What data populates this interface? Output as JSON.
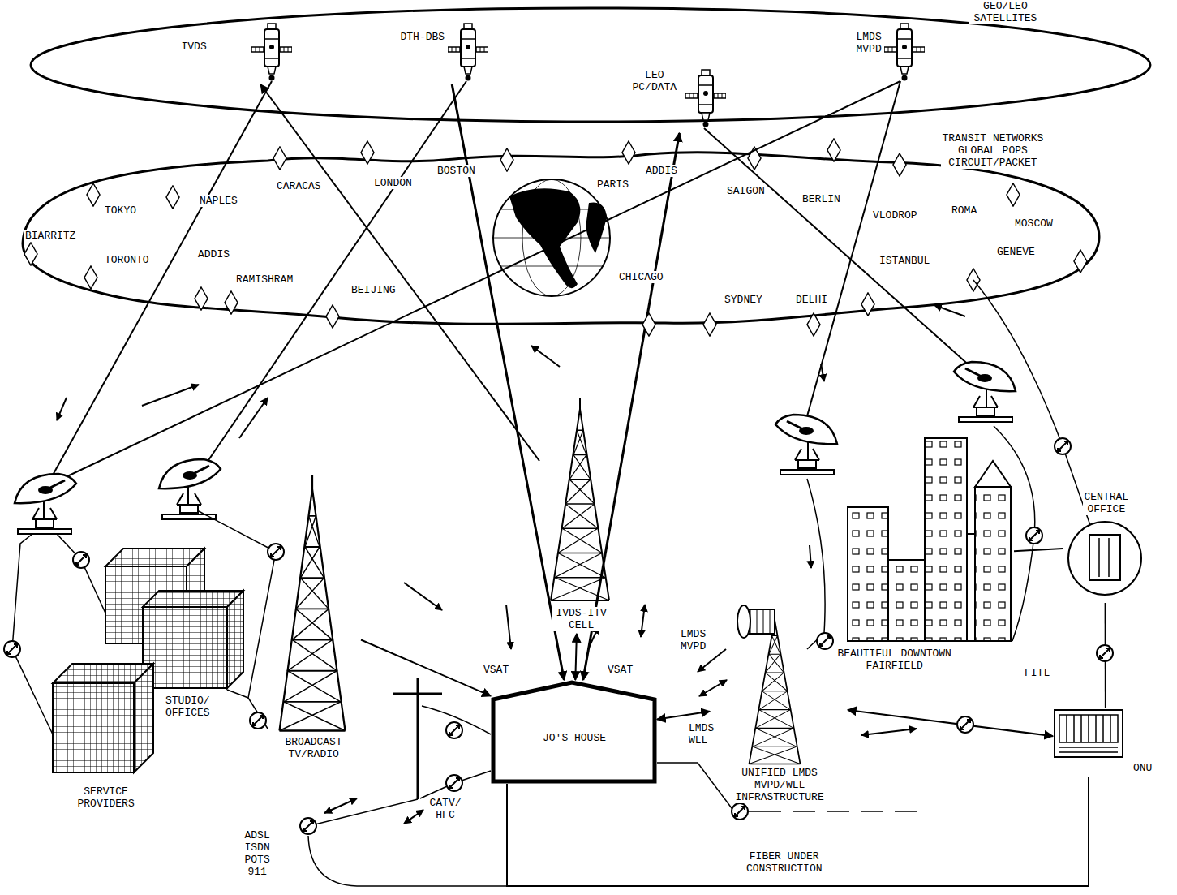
{
  "diagram": {
    "nodes": [
      {
        "text": [
          "IVDS"
        ]
      },
      {
        "text": [
          "DTH-DBS"
        ]
      },
      {
        "text": [
          "LEO PC/DATA"
        ]
      },
      {
        "text": [
          "LMDS MVPD"
        ]
      },
      {
        "text": [
          "JO'S HOUSE"
        ]
      },
      {
        "text": [
          "IVDS-ITV CELL"
        ]
      },
      {
        "text": [
          "BROADCAST TV/RADIO"
        ]
      },
      {
        "text": [
          "STUDIO/ OFFICES"
        ]
      },
      {
        "text": [
          "SERVICE PROVIDERS"
        ]
      },
      {
        "text": [
          "UNIFIED LMDS MVPD/WLL INFRASTRUCTURE"
        ]
      },
      {
        "text": [
          "BEAUTIFUL DOWNTOWN FAIRFIELD"
        ]
      },
      {
        "text": [
          "CENTRAL OFFICE"
        ]
      },
      {
        "text": [
          "ONU"
        ]
      }
    ],
    "edges": [
      {
        "from": 5,
        "to": 0,
        "arrow": "to"
      },
      {
        "from": 1,
        "to": 4,
        "arrow": "to"
      },
      {
        "from": 2,
        "to": 4,
        "arrow": "both"
      },
      {
        "from": 6,
        "to": 4,
        "arrow": "to"
      },
      {
        "from": 5,
        "to": 4,
        "arrow": "both"
      },
      {
        "from": 9,
        "to": 4,
        "arrow": "both"
      },
      {
        "from": 12,
        "to": 9,
        "arrow": "both"
      },
      {
        "from": 11,
        "to": 12,
        "arrow": "none"
      },
      {
        "from": 11,
        "to": 10,
        "arrow": "none"
      },
      {
        "from": 4,
        "to": 12,
        "arrow": "none"
      }
    ],
    "labels": [
      "GEO/LEO SATELLITES",
      "TRANSIT NETWORKS GLOBAL POPS CIRCUIT/PACKET",
      "TOKYO",
      "NAPLES",
      "CARACAS",
      "LONDON",
      "BOSTON",
      "ADDIS",
      "PARIS",
      "SAIGON",
      "BERLIN",
      "VLODROP",
      "ROMA",
      "MOSCOW",
      "BIARRITZ",
      "TORONTO",
      "ADDIS",
      "RAMISHRAM",
      "BEIJING",
      "CHICAGO",
      "SYDNEY",
      "DELHI",
      "ISTANBUL",
      "GENEVE",
      "VSAT",
      "VSAT",
      "LMDS MVPD",
      "LMDS WLL",
      "FITL",
      "ADSL ISDN POTS 911",
      "CATV/ HFC",
      "FIBER UNDER CONSTRUCTION"
    ]
  }
}
